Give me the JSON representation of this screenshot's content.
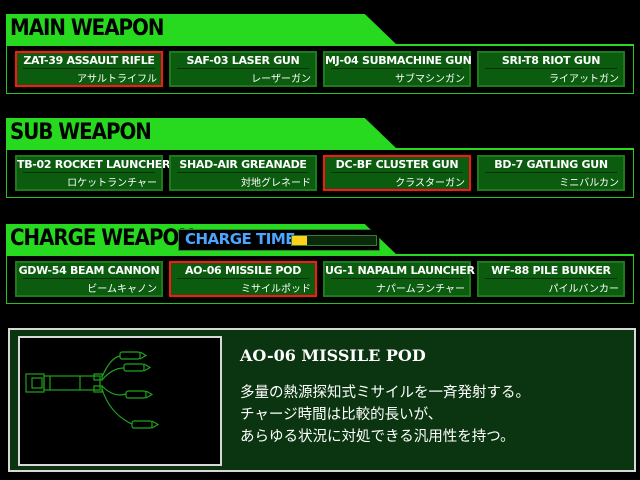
{
  "sections": {
    "main": {
      "title": "MAIN WEAPON",
      "items": [
        {
          "en": "ZAT-39 ASSAULT RIFLE",
          "jp": "アサルトライフル",
          "selected": true
        },
        {
          "en": "SAF-03 LASER GUN",
          "jp": "レーザーガン",
          "selected": false
        },
        {
          "en": "MJ-04 SUBMACHINE GUN",
          "jp": "サブマシンガン",
          "selected": false
        },
        {
          "en": "SRI-T8 RIOT GUN",
          "jp": "ライアットガン",
          "selected": false
        }
      ]
    },
    "sub": {
      "title": "SUB WEAPON",
      "items": [
        {
          "en": "TB-02 ROCKET LAUNCHER",
          "jp": "ロケットランチャー",
          "selected": false
        },
        {
          "en": "SHAD-AIR GREANADE",
          "jp": "対地グレネード",
          "selected": false
        },
        {
          "en": "DC-BF CLUSTER GUN",
          "jp": "クラスターガン",
          "selected": true
        },
        {
          "en": "BD-7 GATLING GUN",
          "jp": "ミニバルカン",
          "selected": false
        }
      ]
    },
    "charge": {
      "title": "CHARGE WEAPON",
      "charge_label": "CHARGE TIME",
      "charge_level": 0.18,
      "items": [
        {
          "en": "GDW-54 BEAM CANNON",
          "jp": "ビームキャノン",
          "selected": false
        },
        {
          "en": "AO-06 MISSILE POD",
          "jp": "ミサイルポッド",
          "selected": true
        },
        {
          "en": "UG-1 NAPALM LAUNCHER",
          "jp": "ナパームランチャー",
          "selected": false
        },
        {
          "en": "WF-88 PILE BUNKER",
          "jp": "パイルバンカー",
          "selected": false
        }
      ]
    }
  },
  "info": {
    "title": "AO-06 MISSILE POD",
    "desc": [
      "多量の熱源探知式ミサイルを一斉発射する。",
      "チャージ時間は比較的長いが、",
      "あらゆる状況に対処できる汎用性を持つ。"
    ]
  },
  "colors": {
    "accent_green": "#27d91f",
    "item_bg": "#0c5c10",
    "selected_border": "#ff1515",
    "charge_label": "#4aa6ff",
    "charge_fill": "#ffd21a"
  }
}
